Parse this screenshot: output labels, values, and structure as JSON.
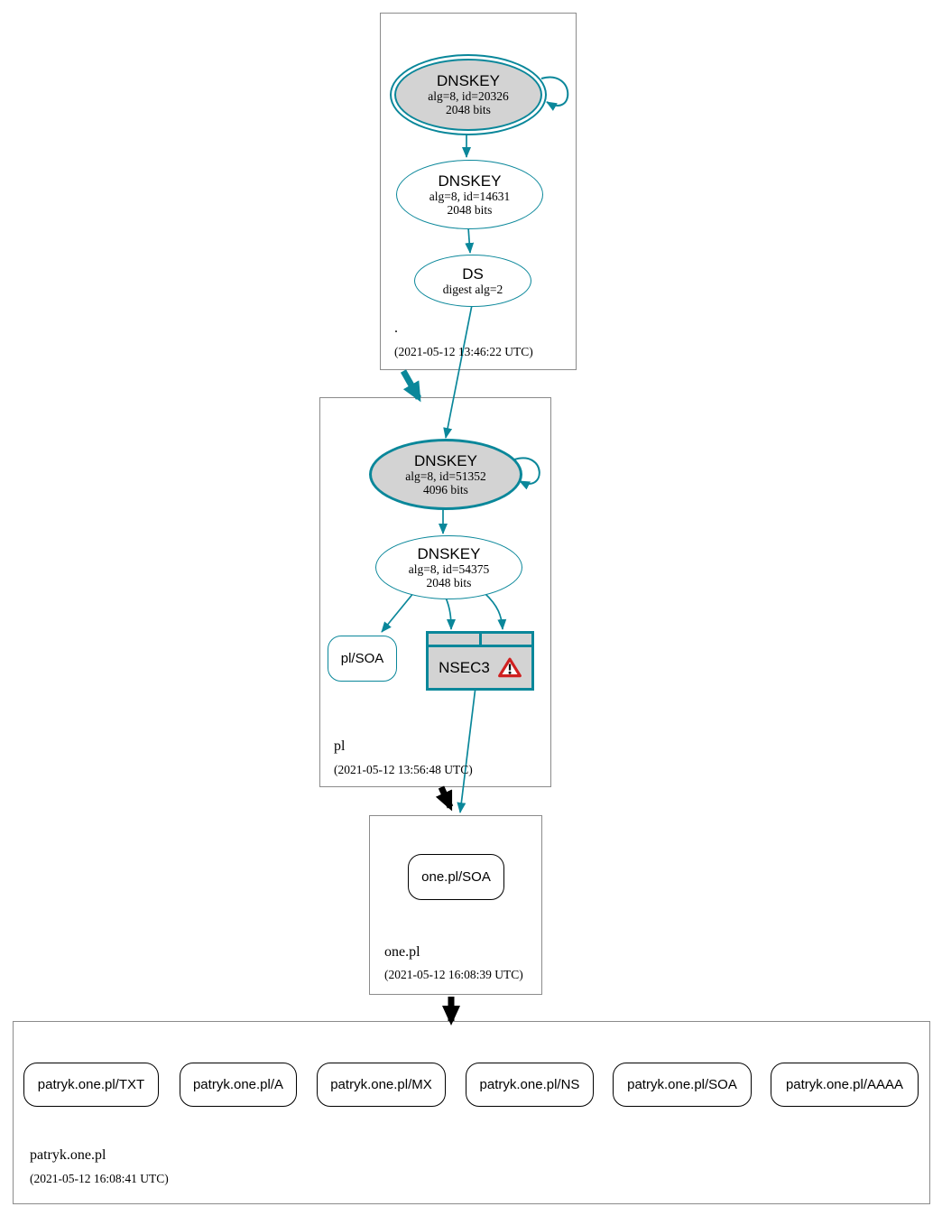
{
  "diagram_type": "dnssec-authentication-chain",
  "colors": {
    "secure_teal": "#0a879a",
    "insecure_black": "#000000",
    "ksk_fill_gray": "#d3d3d3",
    "zone_border_gray": "#8b8b8b",
    "warning_red": "#cf2020"
  },
  "zones": {
    "root": {
      "label": ".",
      "timestamp": "(2021-05-12 13:46:22 UTC)"
    },
    "pl": {
      "label": "pl",
      "timestamp": "(2021-05-12 13:56:48 UTC)"
    },
    "one_pl": {
      "label": "one.pl",
      "timestamp": "(2021-05-12 16:08:39 UTC)"
    },
    "patryk": {
      "label": "patryk.one.pl",
      "timestamp": "(2021-05-12 16:08:41 UTC)"
    }
  },
  "nodes": {
    "root_ksk": {
      "title": "DNSKEY",
      "alg": "alg=8, id=20326",
      "bits": "2048 bits"
    },
    "root_zsk": {
      "title": "DNSKEY",
      "alg": "alg=8, id=14631",
      "bits": "2048 bits"
    },
    "root_ds": {
      "title": "DS",
      "alg": "digest alg=2"
    },
    "pl_ksk": {
      "title": "DNSKEY",
      "alg": "alg=8, id=51352",
      "bits": "4096 bits"
    },
    "pl_zsk": {
      "title": "DNSKEY",
      "alg": "alg=8, id=54375",
      "bits": "2048 bits"
    },
    "pl_soa": {
      "label": "pl/SOA"
    },
    "nsec3": {
      "label": "NSEC3",
      "icon": "warning-triangle-icon"
    },
    "one_pl_soa": {
      "label": "one.pl/SOA"
    },
    "rrsets": [
      "patryk.one.pl/TXT",
      "patryk.one.pl/A",
      "patryk.one.pl/MX",
      "patryk.one.pl/NS",
      "patryk.one.pl/SOA",
      "patryk.one.pl/AAAA"
    ]
  }
}
